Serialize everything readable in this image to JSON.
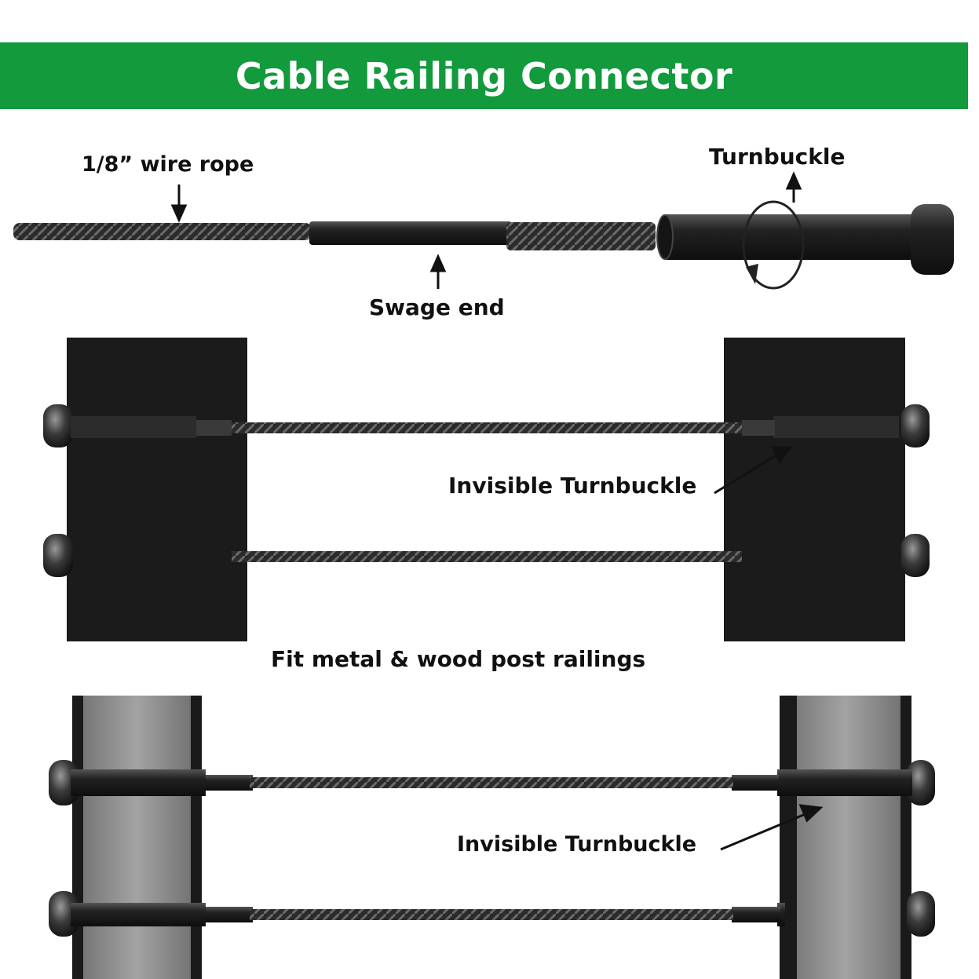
{
  "banner": {
    "title": "Cable Railing Connector"
  },
  "labels": {
    "wire_rope": "1/8” wire rope",
    "turnbuckle": "Turnbuckle",
    "swage_end": "Swage end",
    "invisible_turnbuckle_top": "Invisible Turnbuckle",
    "fit_caption": "Fit metal  & wood post railings",
    "invisible_turnbuckle_bottom": "Invisible Turnbuckle"
  },
  "colors": {
    "banner": "#129a3c",
    "post_dark": "#1b1b1b",
    "post_metal": "#8a8a8a",
    "cable": "#2a2a2a"
  }
}
